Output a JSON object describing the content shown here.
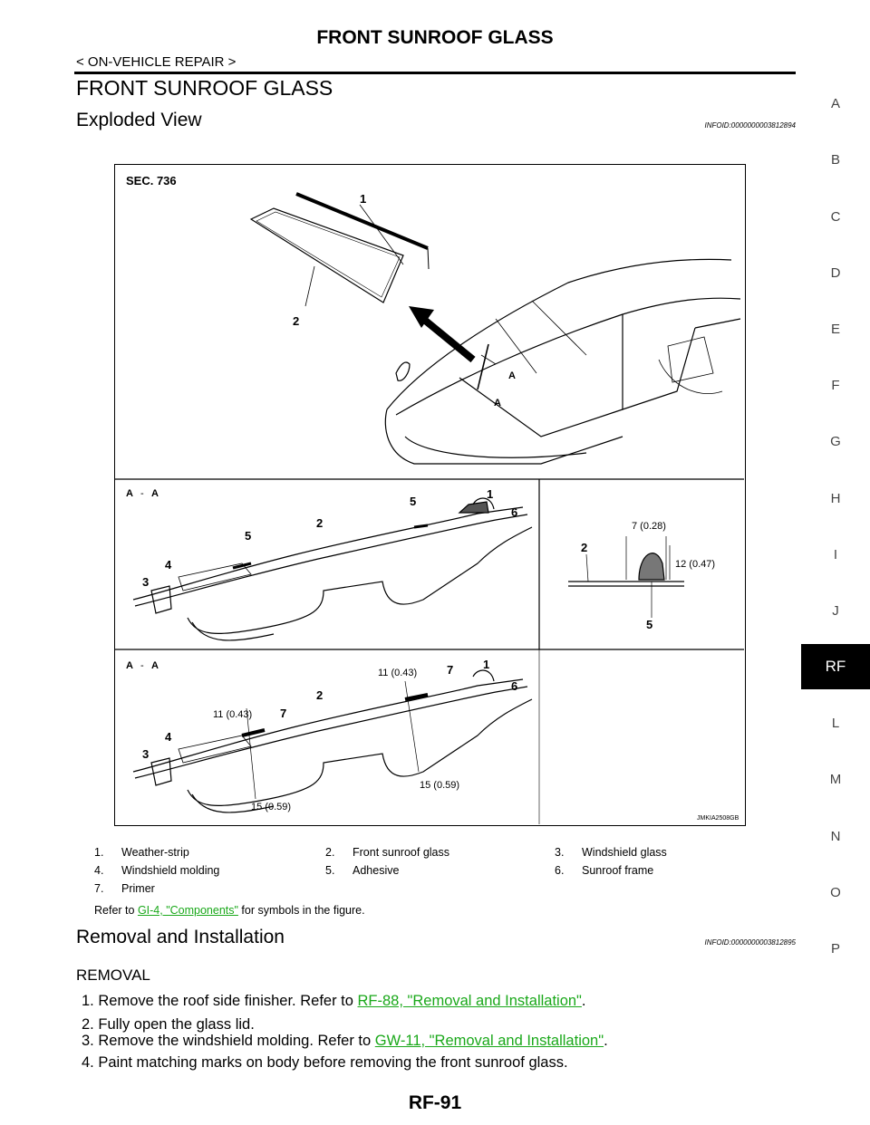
{
  "header": {
    "title": "FRONT SUNROOF GLASS",
    "subtitle": "< ON-VEHICLE REPAIR >"
  },
  "section": {
    "title": "FRONT SUNROOF GLASS"
  },
  "exploded_view": {
    "heading": "Exploded View",
    "info_id": "INFOID:0000000003812894",
    "figure": {
      "sec_label": "SEC. 736",
      "figure_id": "JMKIA2508GB",
      "section_label_a": "A",
      "dash": "-",
      "dim_7": "7 (0.28)",
      "dim_12": "12 (0.47)",
      "dim_11": "11 (0.43)",
      "dim_15": "15 (0.59)",
      "callouts": [
        "1",
        "2",
        "3",
        "4",
        "5",
        "6",
        "7"
      ]
    },
    "legend": [
      [
        "1.",
        "Weather-strip"
      ],
      [
        "2.",
        "Front sunroof glass"
      ],
      [
        "3.",
        "Windshield glass"
      ],
      [
        "4.",
        "Windshield molding"
      ],
      [
        "5.",
        "Adhesive"
      ],
      [
        "6.",
        "Sunroof frame"
      ],
      [
        "7.",
        "Primer"
      ]
    ],
    "refer_prefix": "Refer to ",
    "refer_link": "GI-4, \"Components\"",
    "refer_suffix": " for symbols in the figure."
  },
  "removal_installation": {
    "heading": "Removal and Installation",
    "info_id": "INFOID:0000000003812895",
    "subheading": "REMOVAL",
    "steps": [
      {
        "num": "1.",
        "text": "Remove the roof side finisher. Refer to ",
        "link": "RF-88, \"Removal and Installation\"",
        "after": "."
      },
      {
        "num": "2.",
        "text": "Fully open the glass lid.",
        "link": "",
        "after": ""
      },
      {
        "num": "3.",
        "text": "Remove the windshield molding. Refer to ",
        "link": "GW-11, \"Removal and Installation\"",
        "after": "."
      },
      {
        "num": "4.",
        "text": "Paint matching marks on body before removing the front sunroof glass.",
        "link": "",
        "after": ""
      }
    ]
  },
  "side_index": [
    "A",
    "B",
    "C",
    "D",
    "E",
    "F",
    "G",
    "H",
    "I",
    "J",
    "RF",
    "L",
    "M",
    "N",
    "O",
    "P"
  ],
  "side_active": "RF",
  "footer": {
    "page": "RF-91"
  }
}
